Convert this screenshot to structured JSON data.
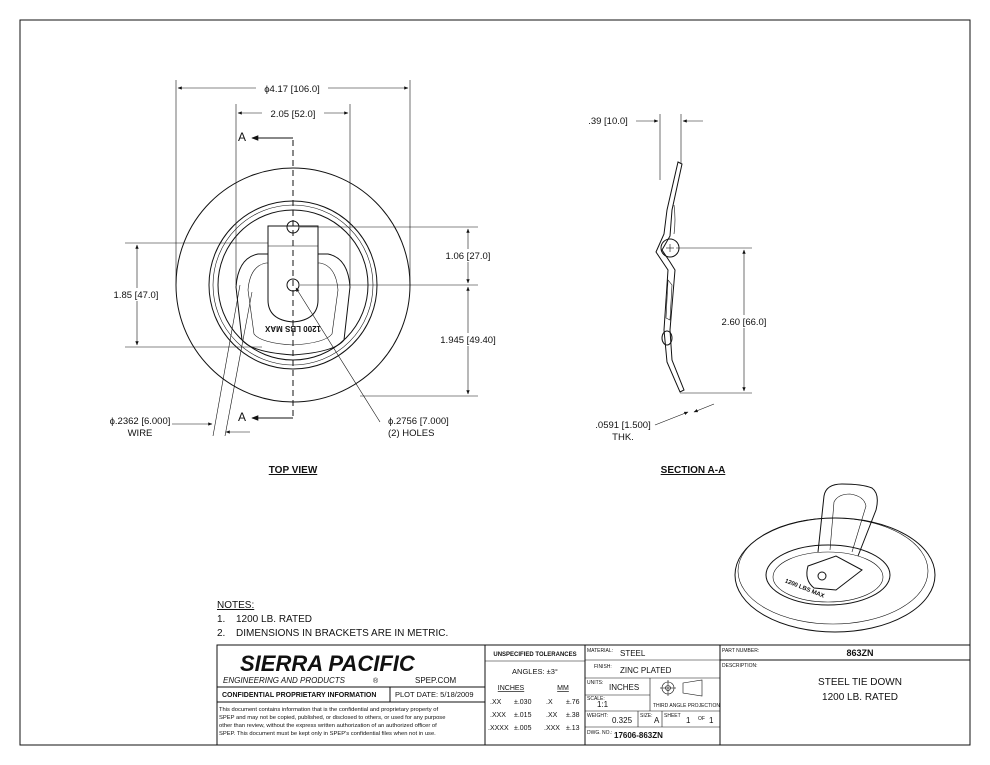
{
  "top_view": {
    "title": "TOP VIEW",
    "section_marker": "A",
    "dims": {
      "outer_dia": "ϕ4.17 [106.0]",
      "width": "2.05 [52.0]",
      "height_left": "1.85 [47.0]",
      "hole_spacing": "1.06 [27.0]",
      "lower": "1.945 [49.40]",
      "wire_dia": "ϕ.2362 [6.000]",
      "wire_label": "WIRE",
      "hole_dia": "ϕ.2756 [7.000]",
      "hole_label": "(2) HOLES"
    },
    "stamp": "1200 LBS MAX"
  },
  "section_view": {
    "title": "SECTION A-A",
    "dims": {
      "depth": ".39 [10.0]",
      "height": "2.60 [66.0]",
      "thickness": ".0591 [1.500]",
      "thickness_label": "THK."
    }
  },
  "iso_view": {
    "stamp": "1200 LBS MAX"
  },
  "notes": {
    "heading": "NOTES:",
    "items": [
      {
        "num": "1.",
        "text": "1200 LB. RATED"
      },
      {
        "num": "2.",
        "text": "DIMENSIONS IN BRACKETS ARE IN METRIC."
      }
    ]
  },
  "title_block": {
    "company": "SIERRA PACIFIC",
    "subtitle": "ENGINEERING AND PRODUCTS",
    "registered": "®",
    "website": "SPEP.COM",
    "confidential_heading": "CONFIDENTIAL PROPRIETARY INFORMATION",
    "plot_date": "PLOT DATE: 5/18/2009",
    "confidential_lines": [
      "This document contains information that is the confidential and proprietary property of",
      "SPEP and may not be copied, published, or disclosed to others, or used for any purpose",
      "other than review, without the express written authorization of an authorized officer of",
      "SPEP. This document must be kept only in SPEP's confidential files when not in use."
    ],
    "tolerances": {
      "heading": "UNSPECIFIED TOLERANCES",
      "angles": "ANGLES: ±3°",
      "inches_label": "INCHES",
      "mm_label": "MM",
      "rows": [
        {
          "in": ".XX",
          "in_tol": "±.030",
          "mm": ".X",
          "mm_tol": "±.76"
        },
        {
          "in": ".XXX",
          "in_tol": "±.015",
          "mm": ".XX",
          "mm_tol": "±.38"
        },
        {
          "in": ".XXXX",
          "in_tol": "±.005",
          "mm": ".XXX",
          "mm_tol": "±.13"
        }
      ]
    },
    "material_label": "MATERIAL:",
    "material": "STEEL",
    "finish_label": "FINISH:",
    "finish": "ZINC PLATED",
    "units_label": "UNITS:",
    "units": "INCHES",
    "scale_label": "SCALE:",
    "scale": "1:1",
    "projection": "THIRD ANGLE PROJECTION",
    "weight_label": "WEIGHT:",
    "weight": "0.325",
    "size_label": "SIZE:",
    "size": "A",
    "sheet_label": "SHEET",
    "sheet": "1",
    "of_label": "OF",
    "sheet_total": "1",
    "dwg_label": "DWG. NO.:",
    "dwg_no": "17606-863ZN",
    "part_label": "PART NUMBER:",
    "part_number": "863ZN",
    "desc_label": "DESCRIPTION:",
    "description_1": "STEEL TIE DOWN",
    "description_2": "1200 LB. RATED"
  }
}
